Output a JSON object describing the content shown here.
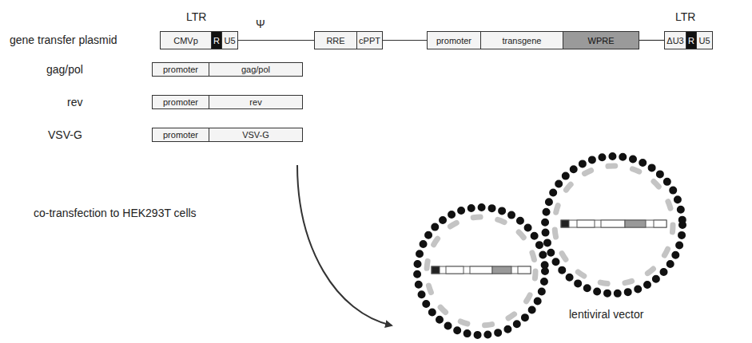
{
  "diagram": {
    "nodes": [
      {
        "text": [
          "CMVp"
        ]
      },
      {
        "text": [
          "R"
        ]
      },
      {
        "text": [
          "U5"
        ]
      },
      {
        "text": [
          "RRE"
        ]
      },
      {
        "text": [
          "cPPT"
        ]
      },
      {
        "text": [
          "promoter"
        ]
      },
      {
        "text": [
          "transgene"
        ]
      },
      {
        "text": [
          "WPRE"
        ]
      },
      {
        "text": [
          "ΔU3"
        ]
      },
      {
        "text": [
          "R"
        ]
      },
      {
        "text": [
          "U5"
        ]
      },
      {
        "text": [
          "promoter"
        ]
      },
      {
        "text": [
          "gag/pol"
        ]
      },
      {
        "text": [
          "promoter"
        ]
      },
      {
        "text": [
          "rev"
        ]
      },
      {
        "text": [
          "promoter"
        ]
      },
      {
        "text": [
          "VSV-G"
        ]
      }
    ],
    "edges": [
      {
        "from": 2,
        "to": 3,
        "arrow": "none"
      },
      {
        "from": 4,
        "to": 5,
        "arrow": "none"
      },
      {
        "from": 7,
        "to": 8,
        "arrow": "none"
      }
    ],
    "labels": [
      "LTR",
      "gene transfer plasmid",
      "Ψ",
      "LTR",
      "gag/pol",
      "rev",
      "VSV-G",
      "co-transfection to HEK293T cells",
      "lentiviral vector"
    ]
  }
}
